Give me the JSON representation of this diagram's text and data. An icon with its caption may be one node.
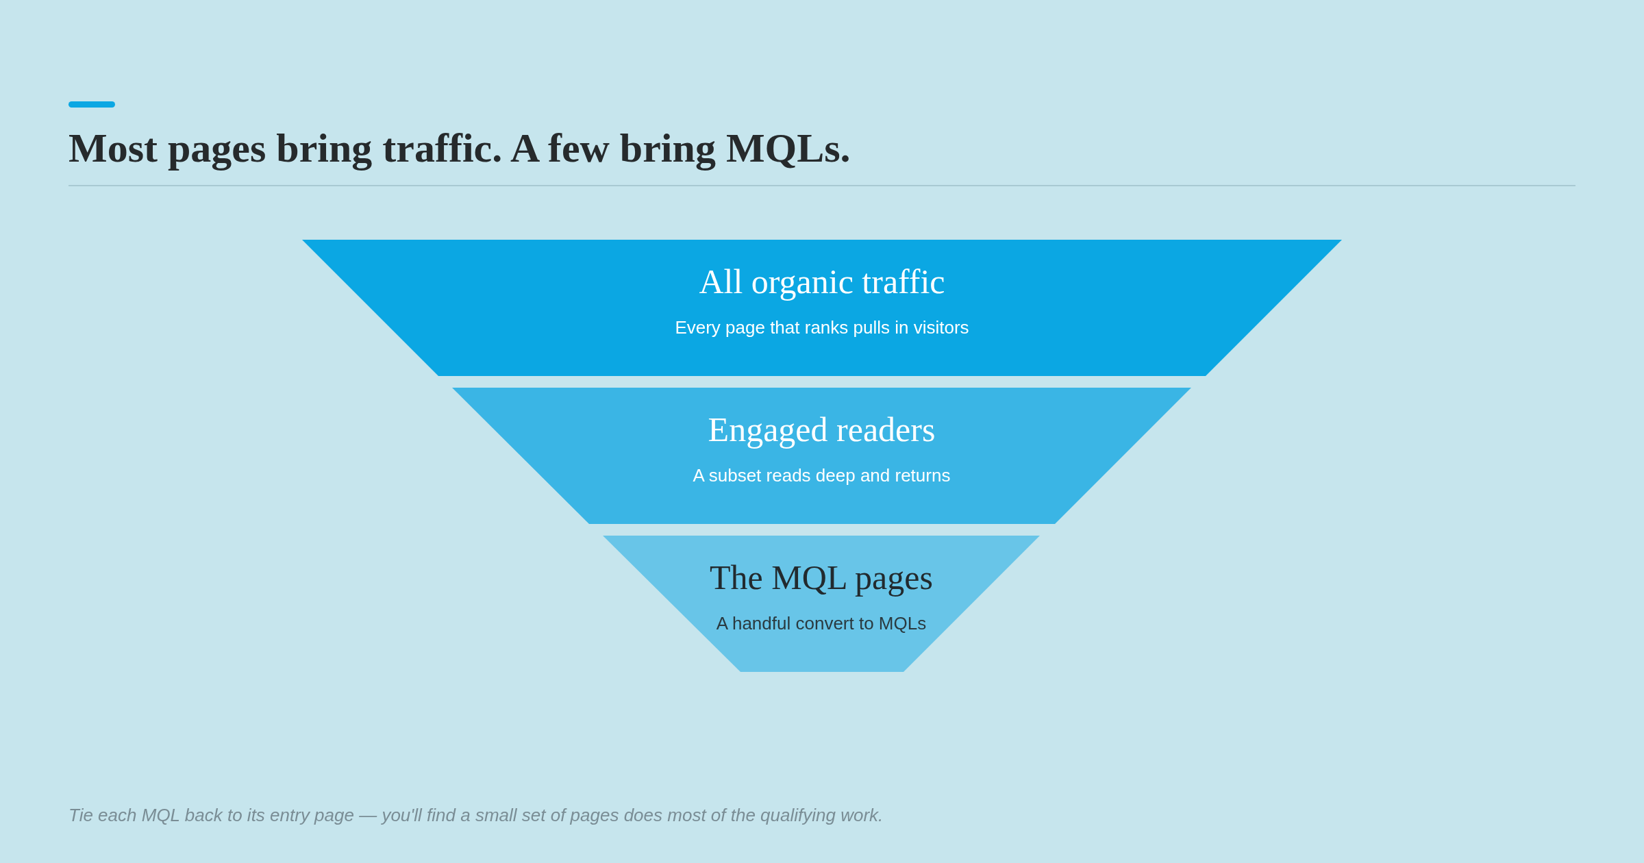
{
  "diagram": {
    "title": "Most pages bring traffic. A few bring MQLs.",
    "caption": "Tie each MQL back to its entry page — you'll find a small set of pages does most of the qualifying work.",
    "nodes": [
      {
        "text": [
          "All organic traffic",
          "Every page that ranks pulls in visitors"
        ]
      },
      {
        "text": [
          "Engaged readers",
          "A subset reads deep and returns"
        ]
      },
      {
        "text": [
          "The MQL pages",
          "A handful convert to MQLs"
        ]
      }
    ]
  }
}
